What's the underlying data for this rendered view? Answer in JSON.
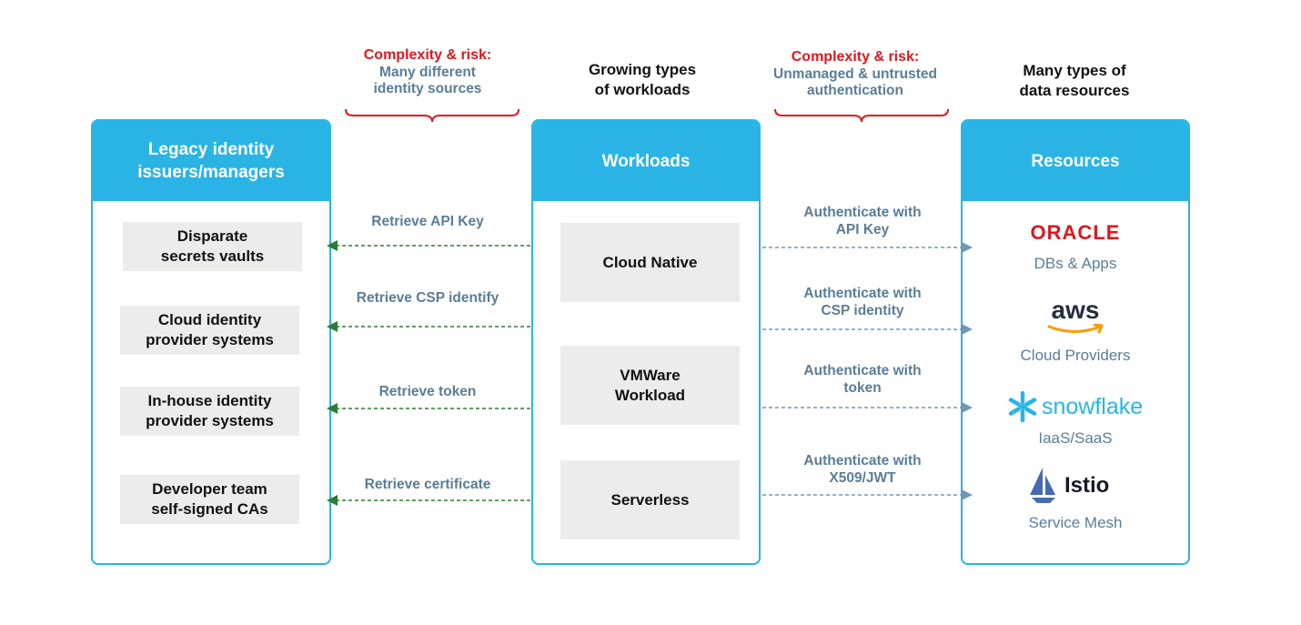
{
  "top_labels": {
    "left_risk_title": "Complexity & risk:",
    "left_risk_line1": "Many different",
    "left_risk_line2": "identity sources",
    "center_line1": "Growing types",
    "center_line2": "of workloads",
    "right_risk_title": "Complexity & risk:",
    "right_risk_line1": "Unmanaged & untrusted",
    "right_risk_line2": "authentication",
    "far_right_line1": "Many types of",
    "far_right_line2": "data resources"
  },
  "left_panel": {
    "title_line1": "Legacy identity",
    "title_line2": "issuers/managers",
    "items": [
      {
        "line1": "Disparate",
        "line2": "secrets vaults"
      },
      {
        "line1": "Cloud identity",
        "line2": "provider systems"
      },
      {
        "line1": "In-house identity",
        "line2": "provider systems"
      },
      {
        "line1": "Developer team",
        "line2": "self-signed CAs"
      }
    ]
  },
  "center_panel": {
    "title": "Workloads",
    "items": [
      {
        "line1": "Cloud Native",
        "line2": ""
      },
      {
        "line1": "VMWare",
        "line2": "Workload"
      },
      {
        "line1": "Serverless",
        "line2": ""
      }
    ]
  },
  "right_panel": {
    "title": "Resources",
    "items": [
      {
        "logo": "ORACLE",
        "logo_icon": "oracle-logo",
        "label": "DBs & Apps"
      },
      {
        "logo": "aws",
        "logo_icon": "aws-logo",
        "label": "Cloud Providers"
      },
      {
        "logo": "snowflake",
        "logo_icon": "snowflake-logo",
        "label": "IaaS/SaaS"
      },
      {
        "logo": "Istio",
        "logo_icon": "istio-sail-icon",
        "label": "Service Mesh"
      }
    ]
  },
  "left_arrows": [
    "Retrieve API Key",
    "Retrieve CSP identify",
    "Retrieve token",
    "Retrieve certificate"
  ],
  "right_arrows": [
    {
      "line1": "Authenticate with",
      "line2": "API Key"
    },
    {
      "line1": "Authenticate with",
      "line2": "CSP identity"
    },
    {
      "line1": "Authenticate with",
      "line2": "token"
    },
    {
      "line1": "Authenticate with",
      "line2": "X509/JWT"
    }
  ],
  "colors": {
    "panel_blue": "#2ab4e6",
    "risk_red": "#e3151b",
    "label_slate": "#5a7d98",
    "green_arrow": "#2e7d32",
    "blue_arrow": "#6f98b8",
    "box_gray": "#ececea"
  }
}
